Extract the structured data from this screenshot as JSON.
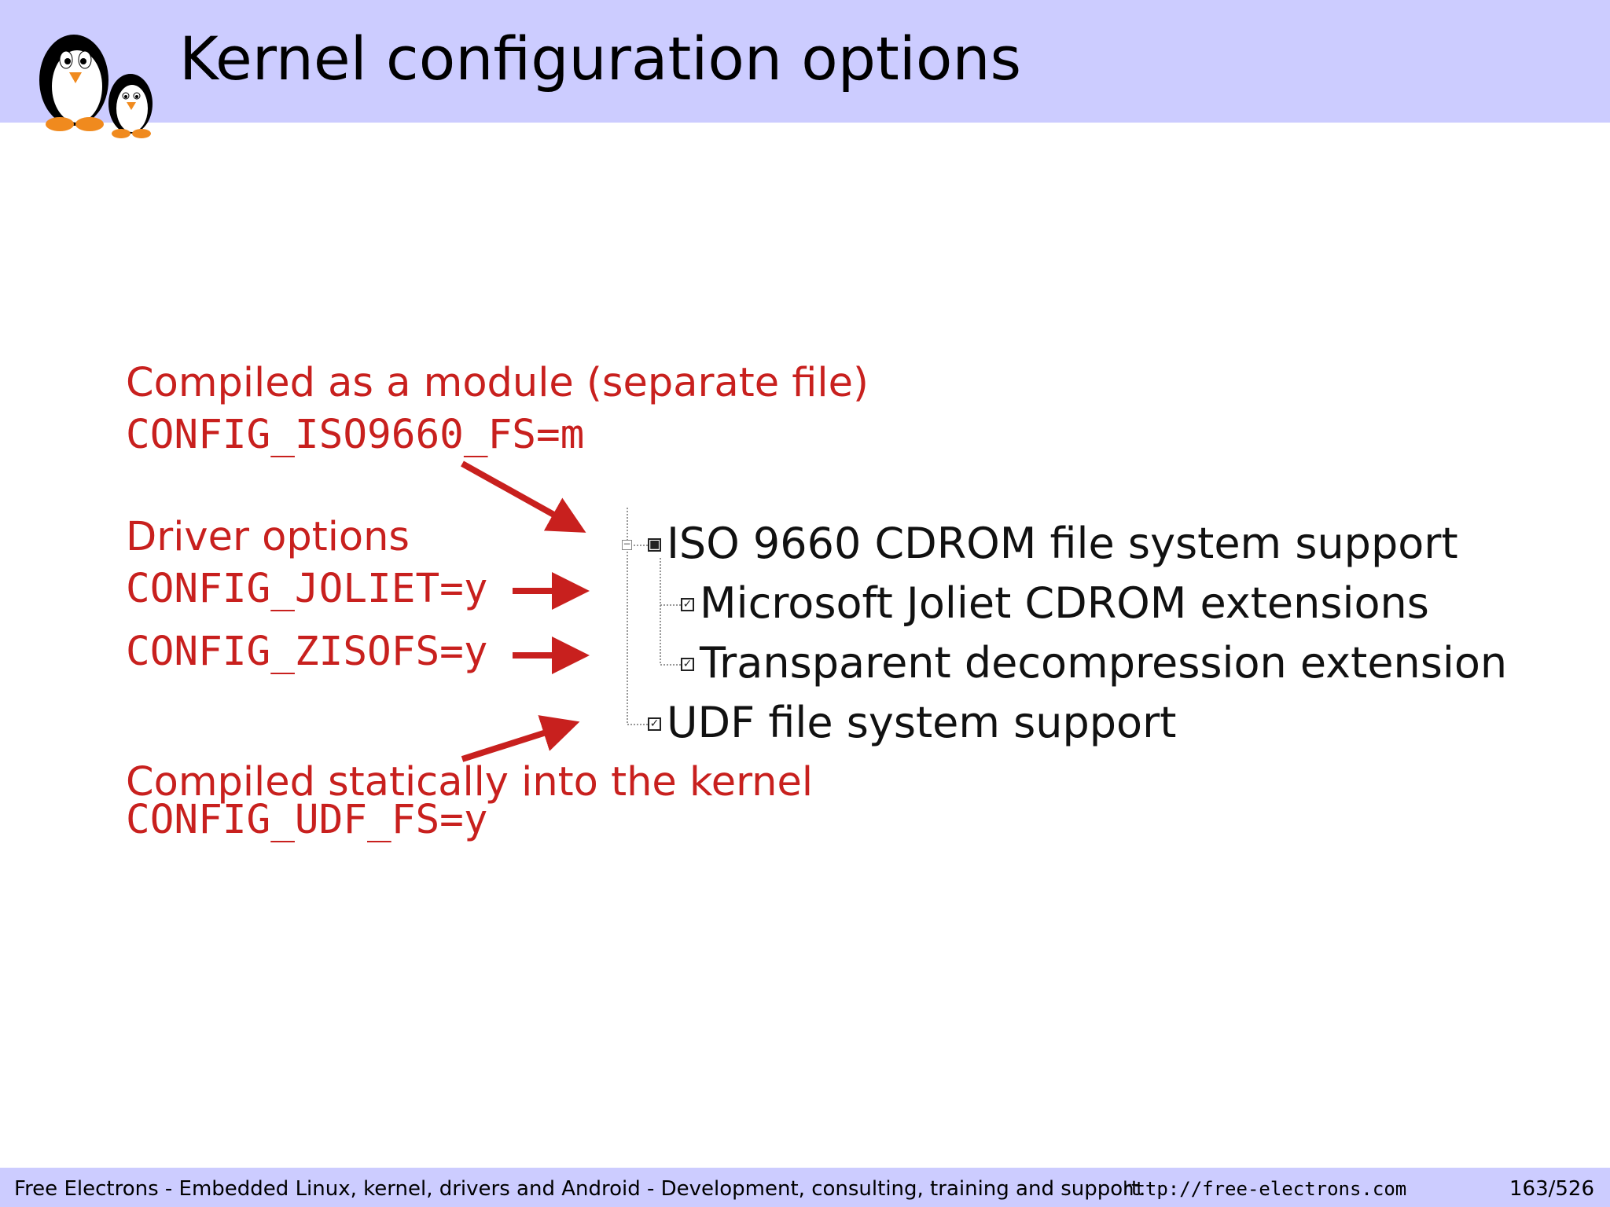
{
  "slide": {
    "title": "Kernel configuration options"
  },
  "annotations": {
    "module_heading": "Compiled as a module (separate file)",
    "module_config": "CONFIG_ISO9660_FS=m",
    "driver_heading": "Driver options",
    "joliet_config": "CONFIG_JOLIET=y",
    "zisofs_config": "CONFIG_ZISOFS=y",
    "static_heading": "Compiled statically into the kernel",
    "udf_config": "CONFIG_UDF_FS=y"
  },
  "config_tree": {
    "items": [
      {
        "label": "ISO 9660 CDROM file system support",
        "state": "module",
        "mark": "■"
      },
      {
        "label": "Microsoft Joliet CDROM extensions",
        "state": "checked",
        "mark": "✓"
      },
      {
        "label": "Transparent decompression extension",
        "state": "checked",
        "mark": "✓"
      },
      {
        "label": "UDF file system support",
        "state": "checked",
        "mark": "✓"
      }
    ],
    "expander_symbol": "−"
  },
  "footer": {
    "text": "Free Electrons - Embedded Linux, kernel, drivers and Android - Development, consulting, training and support.",
    "url": "http://free-electrons.com",
    "page": "163/526"
  },
  "colors": {
    "header_bg": "#ccccff",
    "annotation_red": "#c8201e"
  },
  "icons": {
    "logo": "penguins-logo-icon",
    "arrow": "red-arrow-icon"
  }
}
